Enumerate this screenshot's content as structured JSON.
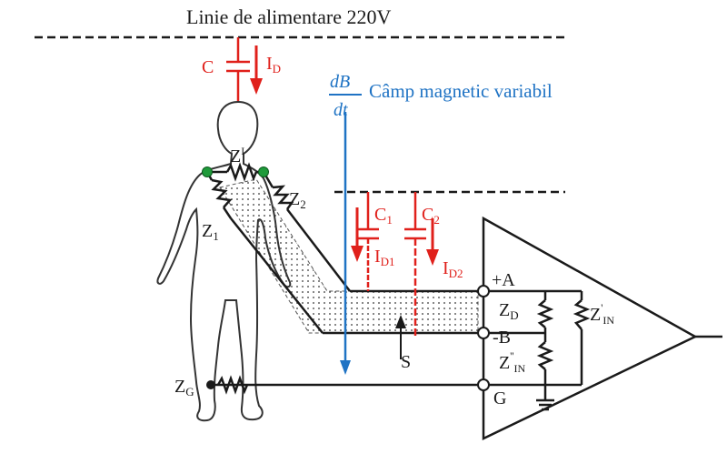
{
  "colors": {
    "ink": "#1a1a1a",
    "coupling": "#e0201b",
    "magnetic": "#1f73c4",
    "node": "#1f9a3a"
  },
  "labels": {
    "power_line": "Linie de alimentare 220V",
    "cap_c": "C",
    "id_main": "I",
    "id_main_sub": "D",
    "dbdt_num": "dB",
    "dbdt_den": "dt",
    "magnetic_field": "Câmp magnetic variabil",
    "z_top": "Z",
    "z_top_sub": "I",
    "z1": "Z",
    "z1_sub": "1",
    "z2": "Z",
    "z2_sub": "2",
    "zg": "Z",
    "zg_sub": "G",
    "c1": "C",
    "c1_sub": "1",
    "c2": "C",
    "c2_sub": "2",
    "id1": "I",
    "id1_sub": "D1",
    "id2": "I",
    "id2_sub": "D2",
    "plus_a": "+A",
    "minus_b": "-B",
    "g": "G",
    "zd": "Z",
    "zd_sub": "D",
    "zin1": "Z",
    "zin1_sup": "'",
    "zin1_sub": "IN",
    "zin2": "Z",
    "zin2_sup": "''",
    "zin2_sub": "IN",
    "s": "S"
  }
}
